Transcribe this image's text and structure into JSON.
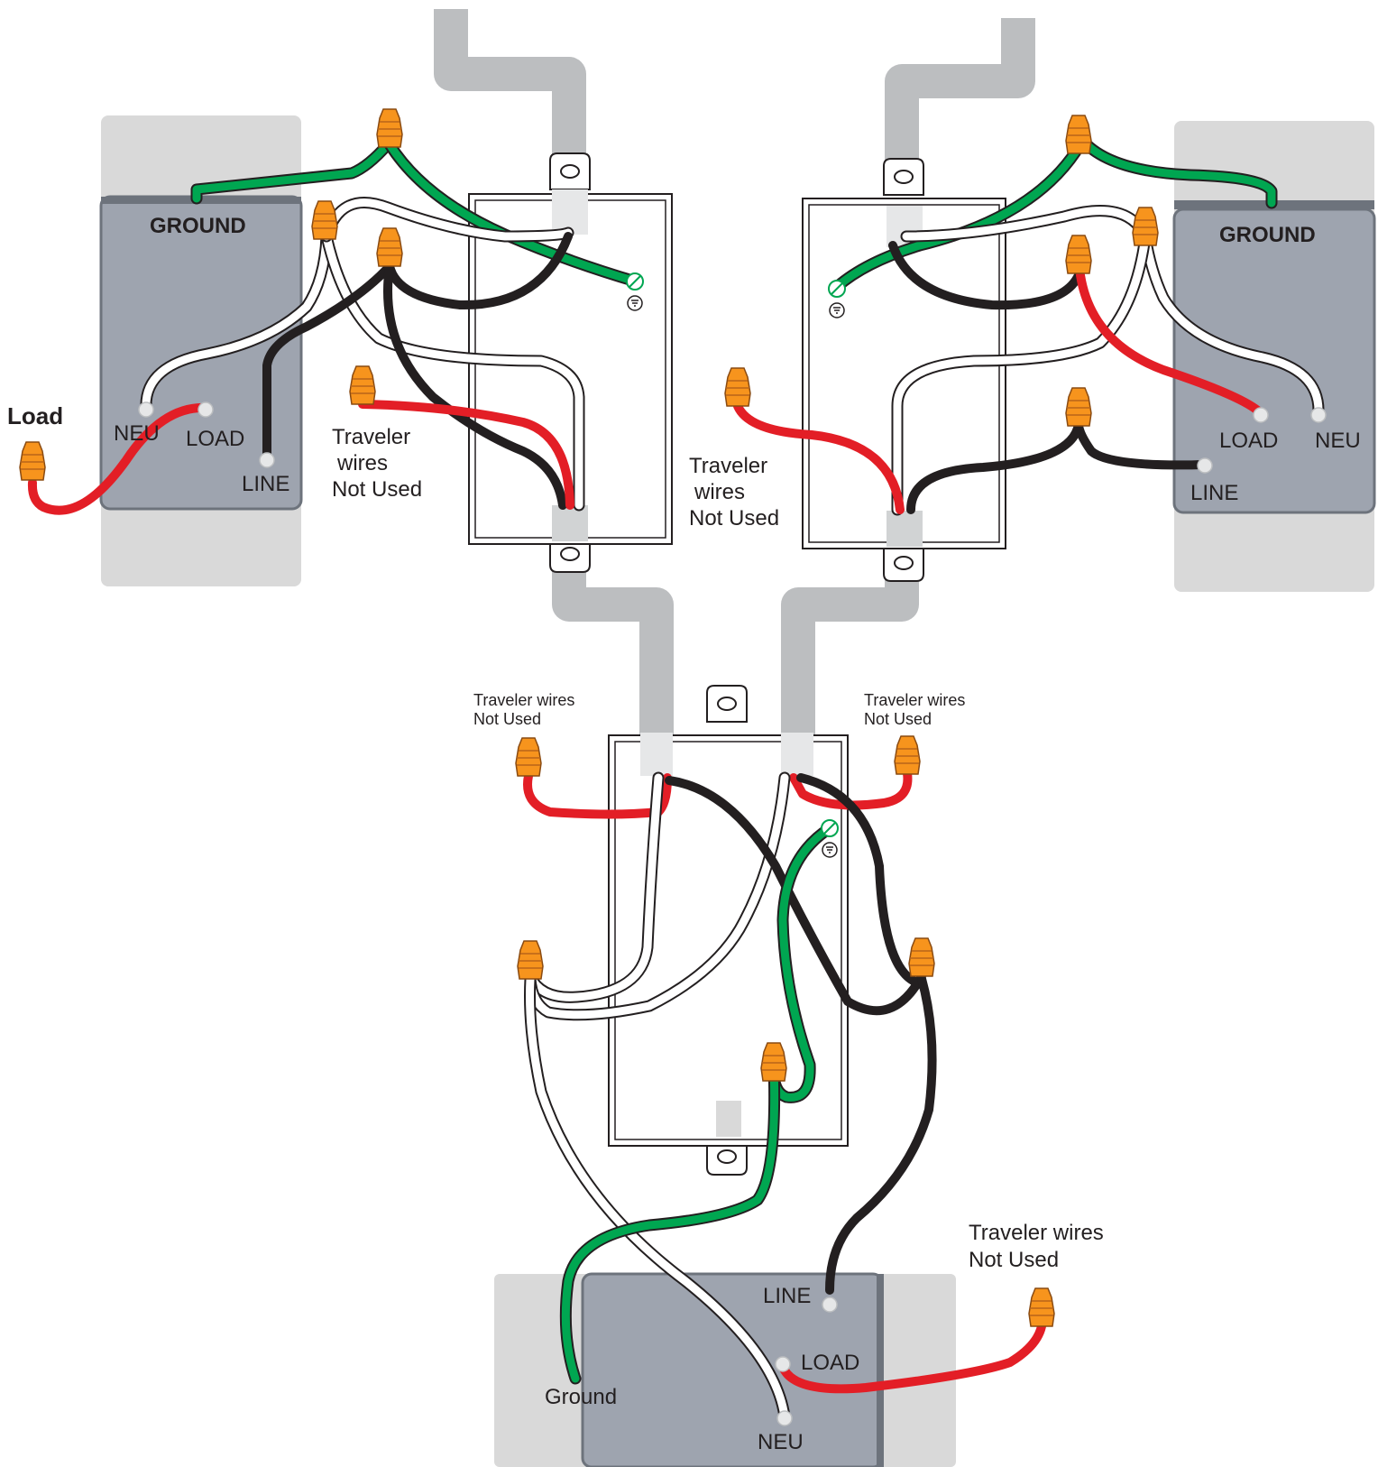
{
  "labels": {
    "load_title": "Load",
    "left_switch": {
      "ground": "GROUND",
      "neu": "NEU",
      "load": "LOAD",
      "line": "LINE",
      "traveler_line1": "Traveler",
      "traveler_line2": "wires",
      "traveler_line3": "Not Used"
    },
    "right_switch": {
      "ground": "GROUND",
      "load": "LOAD",
      "neu": "NEU",
      "line": "LINE",
      "traveler_line1": "Traveler",
      "traveler_line2": "wires",
      "traveler_line3": "Not Used"
    },
    "middle_box": {
      "left_traveler_line1": "Traveler wires",
      "left_traveler_line2": "Not Used",
      "right_traveler_line1": "Traveler wires",
      "right_traveler_line2": "Not Used"
    },
    "bottom_switch": {
      "line": "LINE",
      "load": "LOAD",
      "ground": "Ground",
      "neu": "NEU",
      "traveler_line1": "Traveler wires",
      "traveler_line2": "Not Used"
    }
  },
  "colors": {
    "hot": "#231f20",
    "neutral": "#ffffff",
    "traveler": "#e31e26",
    "ground": "#00a651",
    "wire_nut": "#f7941d",
    "switch_body": "#9ea4af",
    "switch_plate": "#d9d9d9",
    "cable": "#bcbec0"
  }
}
